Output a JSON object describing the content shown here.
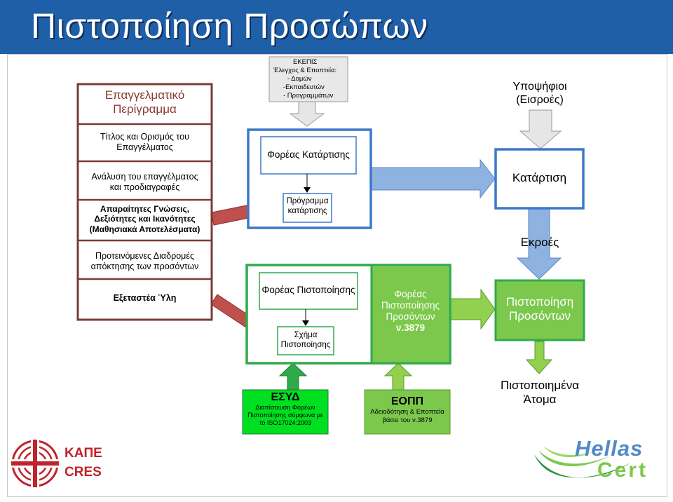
{
  "title": "Πιστοποίηση Προσώπων",
  "profile": {
    "header": [
      "Επαγγελματικό",
      "Περίγραμμα"
    ],
    "rows": [
      [
        "Τίτλος και Ορισμός του",
        "Επαγγέλματος"
      ],
      [
        "Ανάλυση του επαγγέλματος",
        "και προδιαγραφές"
      ],
      [
        "Απαραίτητες Γνώσεις,",
        "Δεξιότητες και Ικανότητες",
        "(Μαθησιακά Αποτελέσματα)"
      ],
      [
        "Προτεινόμενες Διαδρομές",
        "απόκτησης των προσόντων"
      ],
      [
        "Εξεταστέα Ύλη"
      ]
    ]
  },
  "ekepis": [
    "ΕΚΕΠΙΣ",
    "Έλεγχος & Εποπτεία:",
    "- Δομών",
    "-Εκπαιδευτών",
    "- Προγραμμάτων"
  ],
  "training_provider": "Φορέας Κατάρτισης",
  "training_program": [
    "Πρόγραμμα",
    "κατάρτισης"
  ],
  "cert_body": "Φορέας Πιστοποίησης",
  "cert_scheme": [
    "Σχήμα",
    "Πιστοποίησης"
  ],
  "cert_body_law": [
    "Φορέας",
    "Πιστοποίησης",
    "Προσόντων",
    "ν.3879"
  ],
  "candidates": [
    "Υποψήφιοι",
    "(Εισροές)"
  ],
  "training": "Κατάρτιση",
  "outputs": "Εκροές",
  "cert_persons": [
    "Πιστοποίηση",
    "Προσόντων"
  ],
  "certified": [
    "Πιστοποιημένα",
    "Άτομα"
  ],
  "esyd": {
    "title": "ΕΣΥΔ",
    "lines": [
      "Διαπίστευση Φορέων",
      "Πιστοποίησης σύμφωνα με",
      "το ISO17024:2003"
    ]
  },
  "eopp": {
    "title": "ΕΟΠΠ",
    "lines": [
      "Αδειοδότηση & Εποπτεία",
      "βάσει του ν.3879"
    ]
  },
  "logos": {
    "kape": "ΚΑΠΕ",
    "cres": "CRES",
    "hellas": "Hellas",
    "cert": "Cert"
  },
  "colors": {
    "title_bg": "#1f5fa8",
    "profile_border": "#7a3b33",
    "blue_border": "#3c78c8",
    "green_border": "#2faa4a",
    "green_fill": "#7cc84c",
    "esyd_fill": "#00e020",
    "arrow_blue": "#8fb3e0",
    "arrow_red": "#c0504d",
    "arrow_green": "#92d050",
    "arrow_gray": "#e6e6e6"
  }
}
